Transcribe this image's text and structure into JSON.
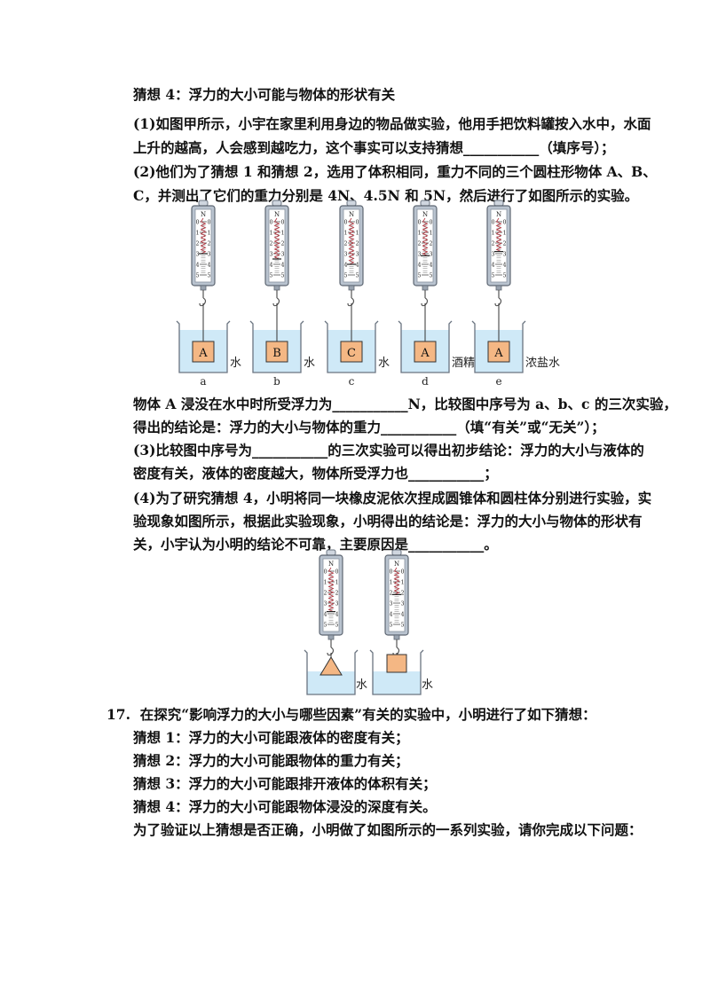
{
  "section_a": {
    "lines": [
      "猜想 4：浮力的大小可能与物体的形状有关",
      "(1)如图甲所示，小宇在家里利用身边的物品做实验，他用手把饮料罐按入水中，水面",
      "上升的越高，人会感到越吃力，这个事实可以支持猜想___________（填序号）；",
      "(2)他们为了猜想 1 和猜想 2，选用了体积相同，重力不同的三个圆柱形物体 A、B、",
      "C，并测出了它们的重力分别是 4N、4.5N 和 5N，然后进行了如图所示的实验。"
    ]
  },
  "figure1": {
    "scale_unit": "N",
    "scale_ticks": [
      "0",
      "1",
      "2",
      "3",
      "4",
      "5"
    ],
    "setups": [
      {
        "block": "A",
        "liquid": "水",
        "label": "a",
        "reading": 3.0
      },
      {
        "block": "B",
        "liquid": "水",
        "label": "b",
        "reading": 3.5
      },
      {
        "block": "C",
        "liquid": "水",
        "label": "c",
        "reading": 4.0
      },
      {
        "block": "A",
        "liquid": "酒精",
        "label": "d",
        "reading": 3.2
      },
      {
        "block": "A",
        "liquid": "浓盐水",
        "label": "e",
        "reading": 2.8
      }
    ]
  },
  "section_b": {
    "lines": [
      "物体 A 浸没在水中时所受浮力为___________N，比较图中序号为 a、b、c 的三次实验，",
      "得出的结论是：浮力的大小与物体的重力___________（填“有关”或“无关”）；",
      "(3)比较图中序号为___________的三次实验可以得出初步结论：浮力的大小与液体的",
      "密度有关，液体的密度越大，物体所受浮力也___________；",
      "(4)为了研究猜想 4，小明将同一块橡皮泥依次捏成圆锥体和圆柱体分别进行实验，实",
      "验现象如图所示，根据此实验现象，小明得出的结论是：浮力的大小与物体的形状有",
      "关，小宇认为小明的结论不可靠，主要原因是___________。"
    ]
  },
  "figure2": {
    "scale_unit": "N",
    "scale_ticks": [
      "0",
      "1",
      "2",
      "3",
      "4",
      "5"
    ],
    "setups": [
      {
        "shape": "triangle",
        "liquid": "水",
        "reading": 3.8
      },
      {
        "shape": "square",
        "liquid": "水",
        "reading": 2.2
      }
    ]
  },
  "q17": {
    "number": "17.",
    "stem": "在探究“影响浮力的大小与哪些因素”有关的实验中，小明进行了如下猜想：",
    "lines": [
      "猜想 1：浮力的大小可能跟液体的密度有关；",
      "猜想 2：浮力的大小可能跟物体的重力有关；",
      "猜想 3：浮力的大小可能跟排开液体的体积有关；",
      "猜想 4：浮力的大小可能跟物体浸没的深度有关。",
      "为了验证以上猜想是否正确，小明做了如图所示的一系列实验，请你完成以下问题："
    ]
  }
}
